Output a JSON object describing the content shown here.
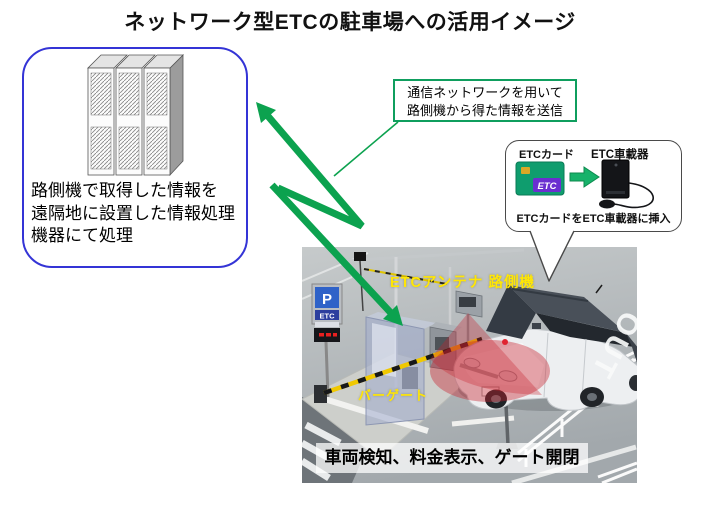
{
  "title": "ネットワーク型ETCの駐車場への活用イメージ",
  "server_box": {
    "lines": [
      "路側機で取得した情報を",
      "遠隔地に設置した情報処理",
      "機器にて処理"
    ]
  },
  "network_callout": {
    "lines": [
      "通信ネットワークを用いて",
      "路側機から得た情報を送信"
    ]
  },
  "obu_callout": {
    "card_label": "ETCカード",
    "device_label": "ETC車載器",
    "card_logo_text": "ETC",
    "caption": "ETCカードをETC車載器に挿入"
  },
  "scene": {
    "antenna_label": "ETCアンテナ 路側機",
    "gate_label": "バーゲート",
    "caption": "車両検知、料金表示、ゲート開閉",
    "parking_sign_letter": "P",
    "parking_sign_etc": "ETC",
    "road_marking": "OUT"
  },
  "colors": {
    "arrow_green": "#0ca24f",
    "callout_green": "#0f9e5e",
    "box_blue": "#3434d6",
    "label_yellow": "#ffe606",
    "card_green": "#0f9d6e",
    "logo_purple": "#6a2fd0"
  }
}
